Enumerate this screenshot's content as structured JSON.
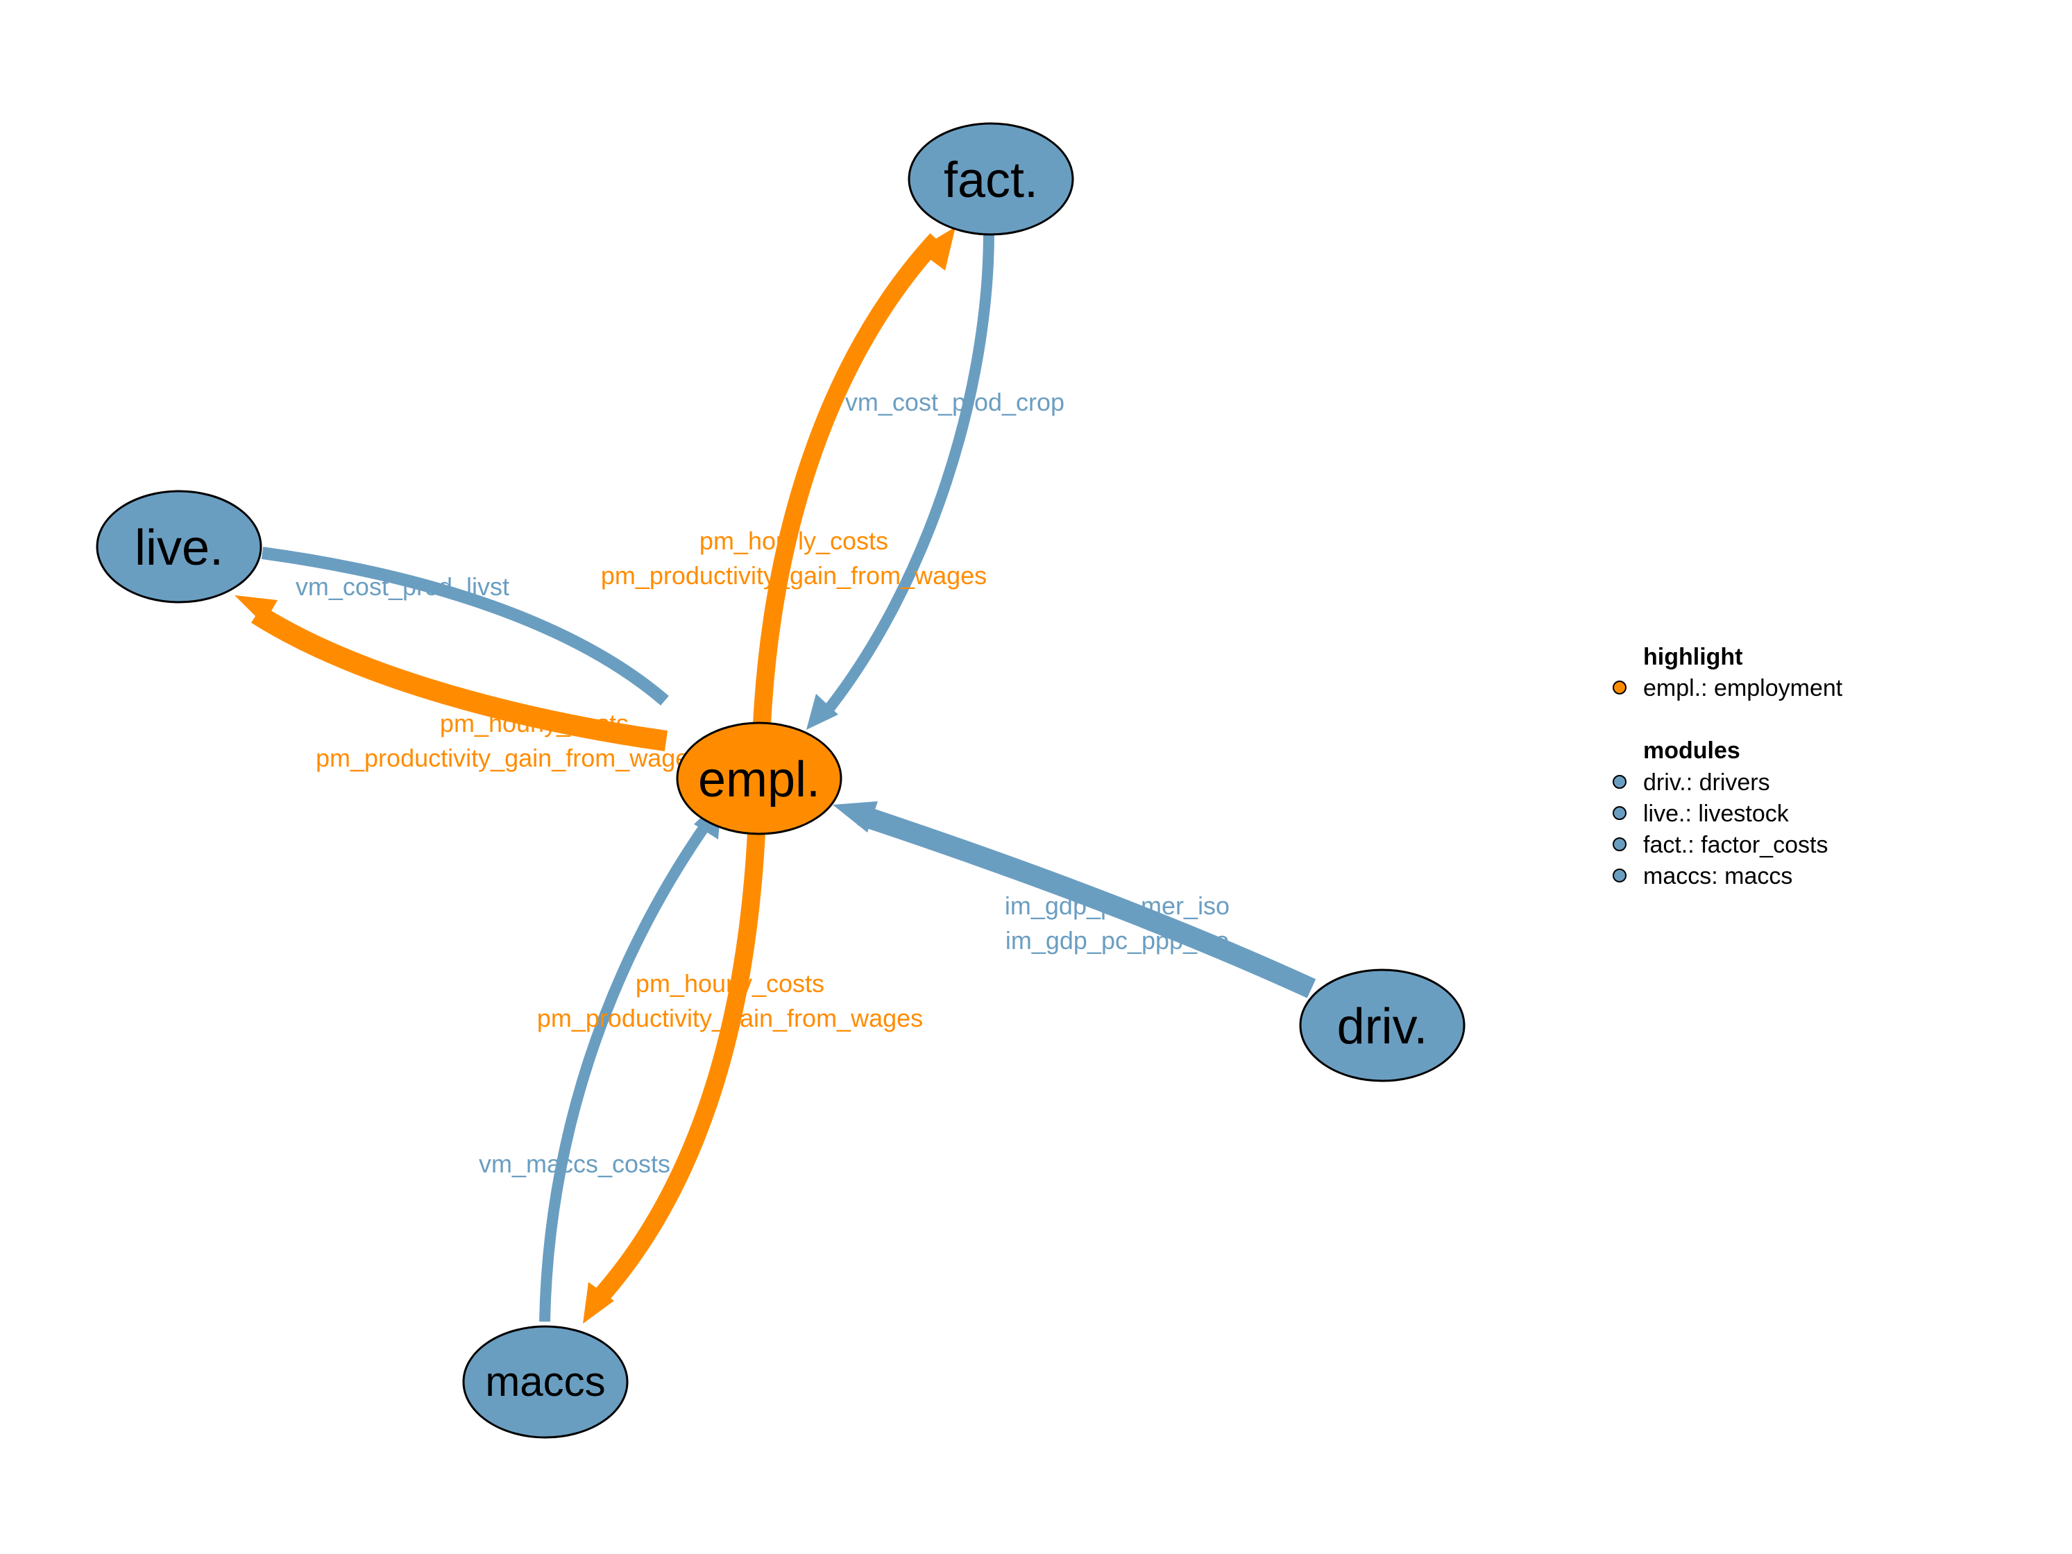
{
  "colors": {
    "highlight": "#FF8C00",
    "module": "#6A9EC1",
    "stroke": "#000000",
    "background": "#FFFFFF"
  },
  "nodes": {
    "fact": "fact.",
    "live": "live.",
    "empl": "empl.",
    "driv": "driv.",
    "maccs": "maccs"
  },
  "edges": {
    "fact_to_empl": "vm_cost_prod_crop",
    "empl_to_fact": [
      "pm_hourly_costs",
      "pm_productivity_gain_from_wages"
    ],
    "live_to_empl": "vm_cost_prod_livst",
    "empl_to_live": [
      "pm_hourly_costs",
      "pm_productivity_gain_from_wages"
    ],
    "driv_to_empl": [
      "im_gdp_pc_mer_iso",
      "im_gdp_pc_ppp_iso"
    ],
    "empl_to_maccs": [
      "pm_hourly_costs",
      "pm_productivity_gain_from_wages"
    ],
    "maccs_to_empl": "vm_maccs_costs"
  },
  "legend": {
    "highlight_title": "highlight",
    "highlight_items": [
      "empl.: employment"
    ],
    "modules_title": "modules",
    "module_items": [
      "driv.: drivers",
      "live.: livestock",
      "fact.: factor_costs",
      "maccs: maccs"
    ]
  }
}
